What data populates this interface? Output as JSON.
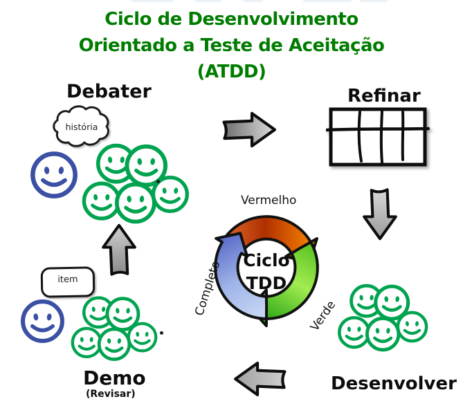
{
  "title": {
    "line1": "Ciclo de Desenvolvimento",
    "line2": "Orientado a Teste de Aceitação",
    "line3": "(ATDD)"
  },
  "stages": {
    "debater": {
      "label": "Debater",
      "annotation": "história"
    },
    "refinar": {
      "label": "Refinar"
    },
    "desenvolver": {
      "label": "Desenvolver"
    },
    "demo": {
      "label": "Demo",
      "sublabel": "(Revisar)",
      "annotation": "item"
    }
  },
  "tdd_cycle": {
    "center_line1": "Ciclo",
    "center_line2": "TDD",
    "steps": [
      {
        "label": "Vermelho",
        "color": "#c23000"
      },
      {
        "label": "Verde",
        "color": "#2aa40c"
      },
      {
        "label": "Completo",
        "color": "#5e6fc8"
      }
    ]
  },
  "colors": {
    "title_green": "#007c00",
    "smiley_green": "#00a34f",
    "smiley_blue": "#3b4fa4",
    "ink_black": "#141414",
    "arrow_gray_light": "#d9d9d9",
    "arrow_gray_dark": "#7a7a7a"
  }
}
